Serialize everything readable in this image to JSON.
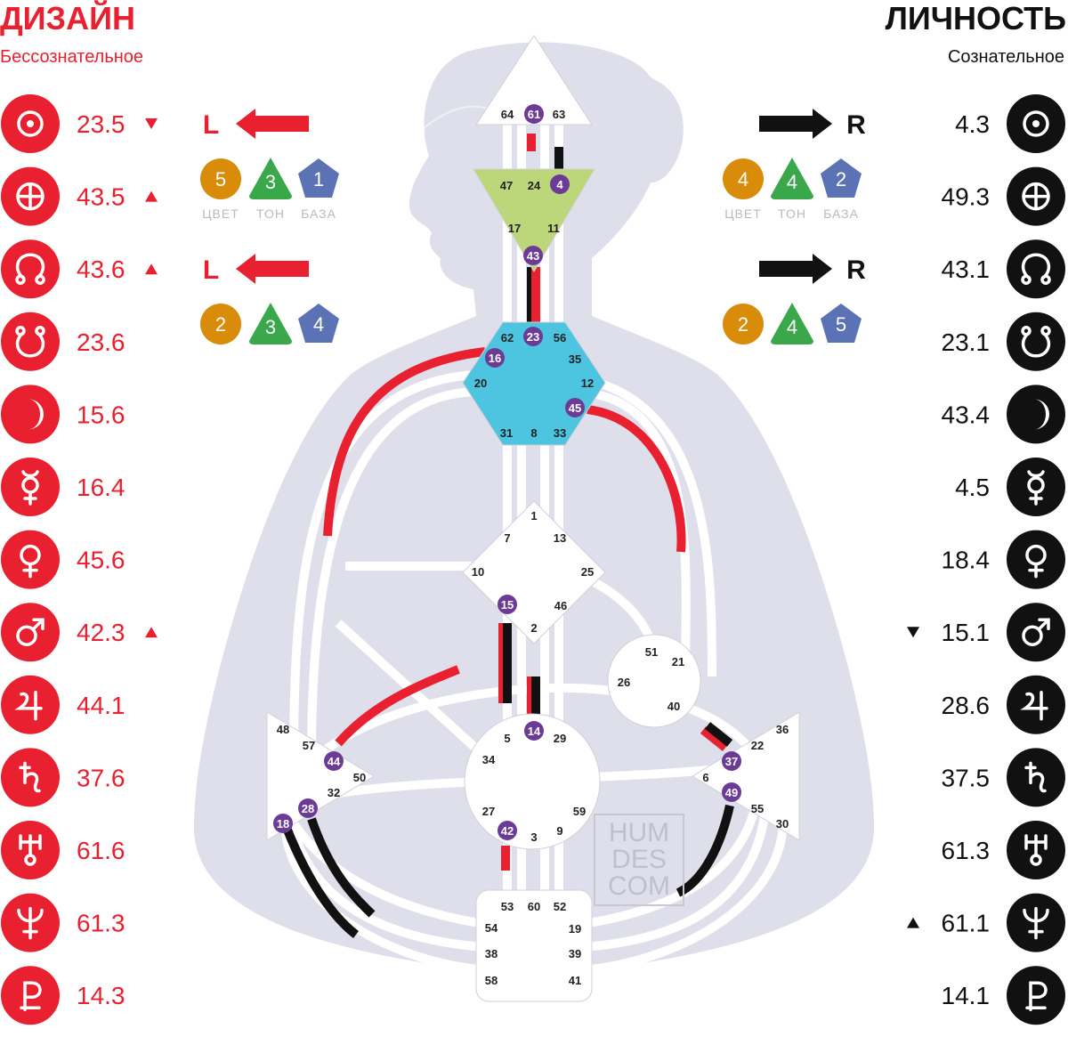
{
  "design": {
    "title": "ДИЗАЙН",
    "subtitle": "Бессознательное",
    "color": "#e8202f",
    "planets": [
      {
        "icon": "sun-icon",
        "value": "23.5",
        "arrow": "down"
      },
      {
        "icon": "earth-icon",
        "value": "43.5",
        "arrow": "up"
      },
      {
        "icon": "north-node-icon",
        "value": "43.6",
        "arrow": "up"
      },
      {
        "icon": "south-node-icon",
        "value": "23.6",
        "arrow": ""
      },
      {
        "icon": "moon-icon",
        "value": "15.6",
        "arrow": ""
      },
      {
        "icon": "mercury-icon",
        "value": "16.4",
        "arrow": ""
      },
      {
        "icon": "venus-icon",
        "value": "45.6",
        "arrow": ""
      },
      {
        "icon": "mars-icon",
        "value": "42.3",
        "arrow": "up"
      },
      {
        "icon": "jupiter-icon",
        "value": "44.1",
        "arrow": ""
      },
      {
        "icon": "saturn-icon",
        "value": "37.6",
        "arrow": ""
      },
      {
        "icon": "uranus-icon",
        "value": "61.6",
        "arrow": ""
      },
      {
        "icon": "neptune-icon",
        "value": "61.3",
        "arrow": ""
      },
      {
        "icon": "pluto-icon",
        "value": "14.3",
        "arrow": ""
      }
    ],
    "variables": [
      {
        "direction": "L",
        "color": "5",
        "tone": "3",
        "base": "1"
      },
      {
        "direction": "L",
        "color": "2",
        "tone": "3",
        "base": "4"
      }
    ]
  },
  "personality": {
    "title": "ЛИЧНОСТЬ",
    "subtitle": "Сознательное",
    "color": "#111111",
    "planets": [
      {
        "icon": "sun-icon",
        "value": "4.3",
        "arrow": ""
      },
      {
        "icon": "earth-icon",
        "value": "49.3",
        "arrow": ""
      },
      {
        "icon": "north-node-icon",
        "value": "43.1",
        "arrow": ""
      },
      {
        "icon": "south-node-icon",
        "value": "23.1",
        "arrow": ""
      },
      {
        "icon": "moon-icon",
        "value": "43.4",
        "arrow": ""
      },
      {
        "icon": "mercury-icon",
        "value": "4.5",
        "arrow": ""
      },
      {
        "icon": "venus-icon",
        "value": "18.4",
        "arrow": ""
      },
      {
        "icon": "mars-icon",
        "value": "15.1",
        "arrow": "down"
      },
      {
        "icon": "jupiter-icon",
        "value": "28.6",
        "arrow": ""
      },
      {
        "icon": "saturn-icon",
        "value": "37.5",
        "arrow": ""
      },
      {
        "icon": "uranus-icon",
        "value": "61.3",
        "arrow": ""
      },
      {
        "icon": "neptune-icon",
        "value": "61.1",
        "arrow": "up"
      },
      {
        "icon": "pluto-icon",
        "value": "14.1",
        "arrow": ""
      }
    ],
    "variables": [
      {
        "direction": "R",
        "color": "4",
        "tone": "4",
        "base": "2"
      },
      {
        "direction": "R",
        "color": "2",
        "tone": "4",
        "base": "5"
      }
    ]
  },
  "variable_labels": {
    "color": "ЦВЕТ",
    "tone": "ТОН",
    "base": "БАЗА"
  },
  "variable_colors": {
    "color": "#d98c0a",
    "tone": "#3aa84a",
    "base": "#5b73b5"
  },
  "watermark": [
    "HUM",
    "DES",
    "COM"
  ],
  "centers": [
    {
      "id": "head",
      "fill": "#ffffff",
      "gates": [
        "64",
        "61",
        "63"
      ]
    },
    {
      "id": "ajna",
      "fill": "#bcd67a",
      "gates": [
        "47",
        "24",
        "4",
        "17",
        "11",
        "43"
      ]
    },
    {
      "id": "throat",
      "fill": "#4ec5e0",
      "gates": [
        "62",
        "23",
        "56",
        "16",
        "35",
        "20",
        "12",
        "45",
        "31",
        "8",
        "33"
      ]
    },
    {
      "id": "g",
      "fill": "#ffffff",
      "gates": [
        "1",
        "7",
        "13",
        "10",
        "25",
        "15",
        "46",
        "2"
      ]
    },
    {
      "id": "ego",
      "fill": "#ffffff",
      "gates": [
        "51",
        "21",
        "26",
        "40"
      ]
    },
    {
      "id": "spleen",
      "fill": "#ffffff",
      "gates": [
        "48",
        "57",
        "44",
        "50",
        "32",
        "28",
        "18"
      ]
    },
    {
      "id": "sacral",
      "fill": "#ffffff",
      "gates": [
        "5",
        "14",
        "29",
        "34",
        "27",
        "59",
        "42",
        "3",
        "9"
      ]
    },
    {
      "id": "solar-plexus",
      "fill": "#ffffff",
      "gates": [
        "36",
        "22",
        "37",
        "6",
        "49",
        "55",
        "30"
      ]
    },
    {
      "id": "root",
      "fill": "#ffffff",
      "gates": [
        "53",
        "60",
        "52",
        "54",
        "19",
        "38",
        "39",
        "58",
        "41"
      ]
    }
  ],
  "active_gates": [
    "61",
    "4",
    "43",
    "23",
    "16",
    "45",
    "15",
    "14",
    "44",
    "28",
    "18",
    "42",
    "37",
    "49"
  ]
}
